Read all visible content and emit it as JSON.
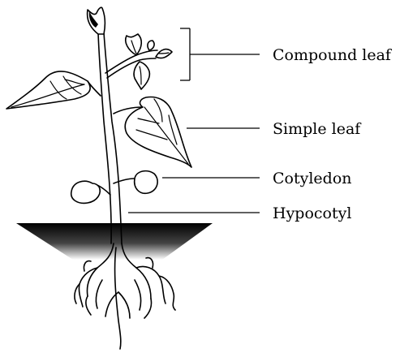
{
  "labels": {
    "compound_leaf": "Compound leaf",
    "simple_leaf": "Simple leaf",
    "cotyledon": "Cotyledon",
    "hypocotyl": "Hypocotyl"
  },
  "colors": {
    "soil_top": "#000000",
    "soil_bottom": "#ffffff",
    "line": "#000000",
    "background": "#ffffff"
  }
}
